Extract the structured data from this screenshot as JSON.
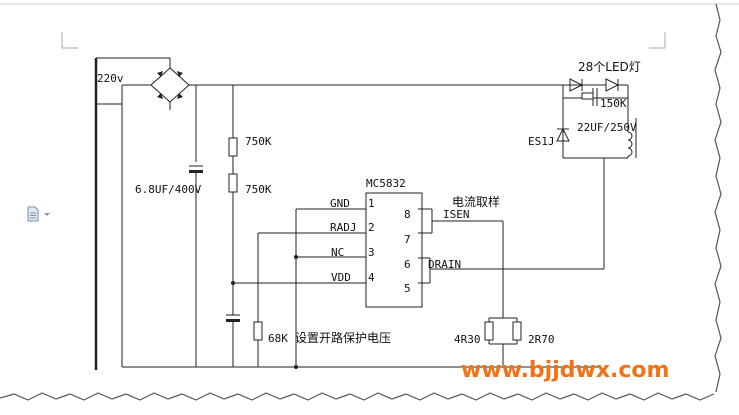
{
  "labels": {
    "mains": "220v",
    "cap_input": "6.8UF/400V",
    "r1": "750K",
    "r2": "750K",
    "ic_name": "MC5832",
    "pin_gnd": "GND",
    "pin_radj": "RADJ",
    "pin_nc": "NC",
    "pin_vdd": "VDD",
    "current_sense": "电流取样",
    "pin_isen": "ISEN",
    "pin_drain": "DRAIN",
    "led": "28个LED灯",
    "r_led": "150K",
    "cap_out": "22UF/250V",
    "diode": "ES1J",
    "r_adj": "68K",
    "r_adj_desc": "设置开路保护电压",
    "r_sense1": "4R30",
    "r_sense2": "2R70",
    "watermark": "www.bjjdwx.com"
  },
  "pins": {
    "p1": "1",
    "p2": "2",
    "p3": "3",
    "p4": "4",
    "p5": "5",
    "p6": "6",
    "p7": "7",
    "p8": "8"
  },
  "icons": {
    "doc": "document-icon",
    "dropdown": "chevron-down-icon"
  },
  "colors": {
    "watermark": "#f47216",
    "ink": "#222222"
  }
}
